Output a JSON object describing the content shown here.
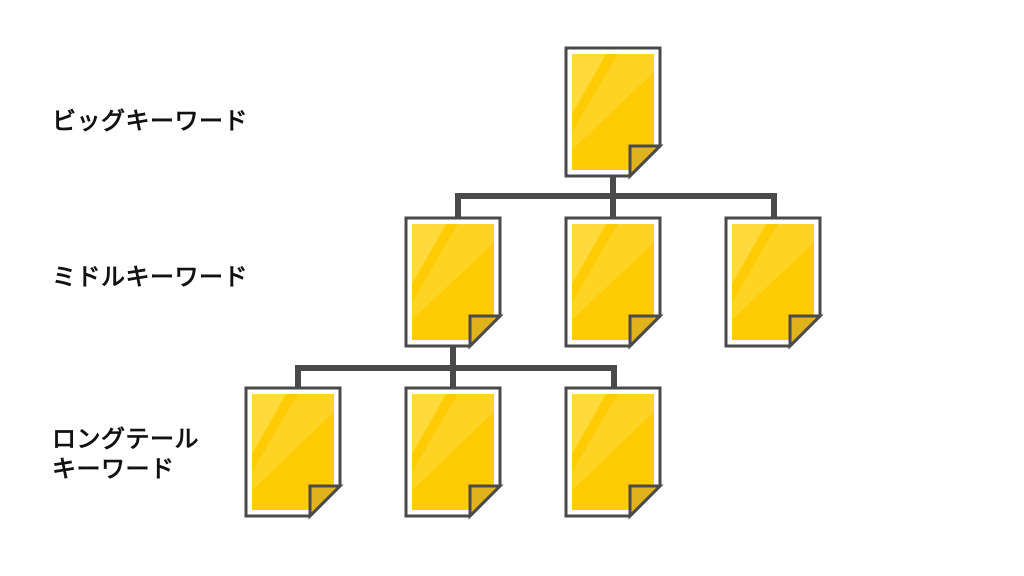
{
  "levels": {
    "big": {
      "label": "ビッグキーワード"
    },
    "middle": {
      "label": "ミドルキーワード"
    },
    "long": {
      "line1": "ロングテール",
      "line2": "キーワード"
    }
  },
  "colors": {
    "page_fill": "#FFCB05",
    "page_highlight": "#FFDA3A",
    "fold_fill": "#E0B21B",
    "outline": "#4A4A4A",
    "connector": "#4A4A4A",
    "inner_border": "#FFFFFF"
  },
  "icons": {
    "document": "document-icon"
  }
}
